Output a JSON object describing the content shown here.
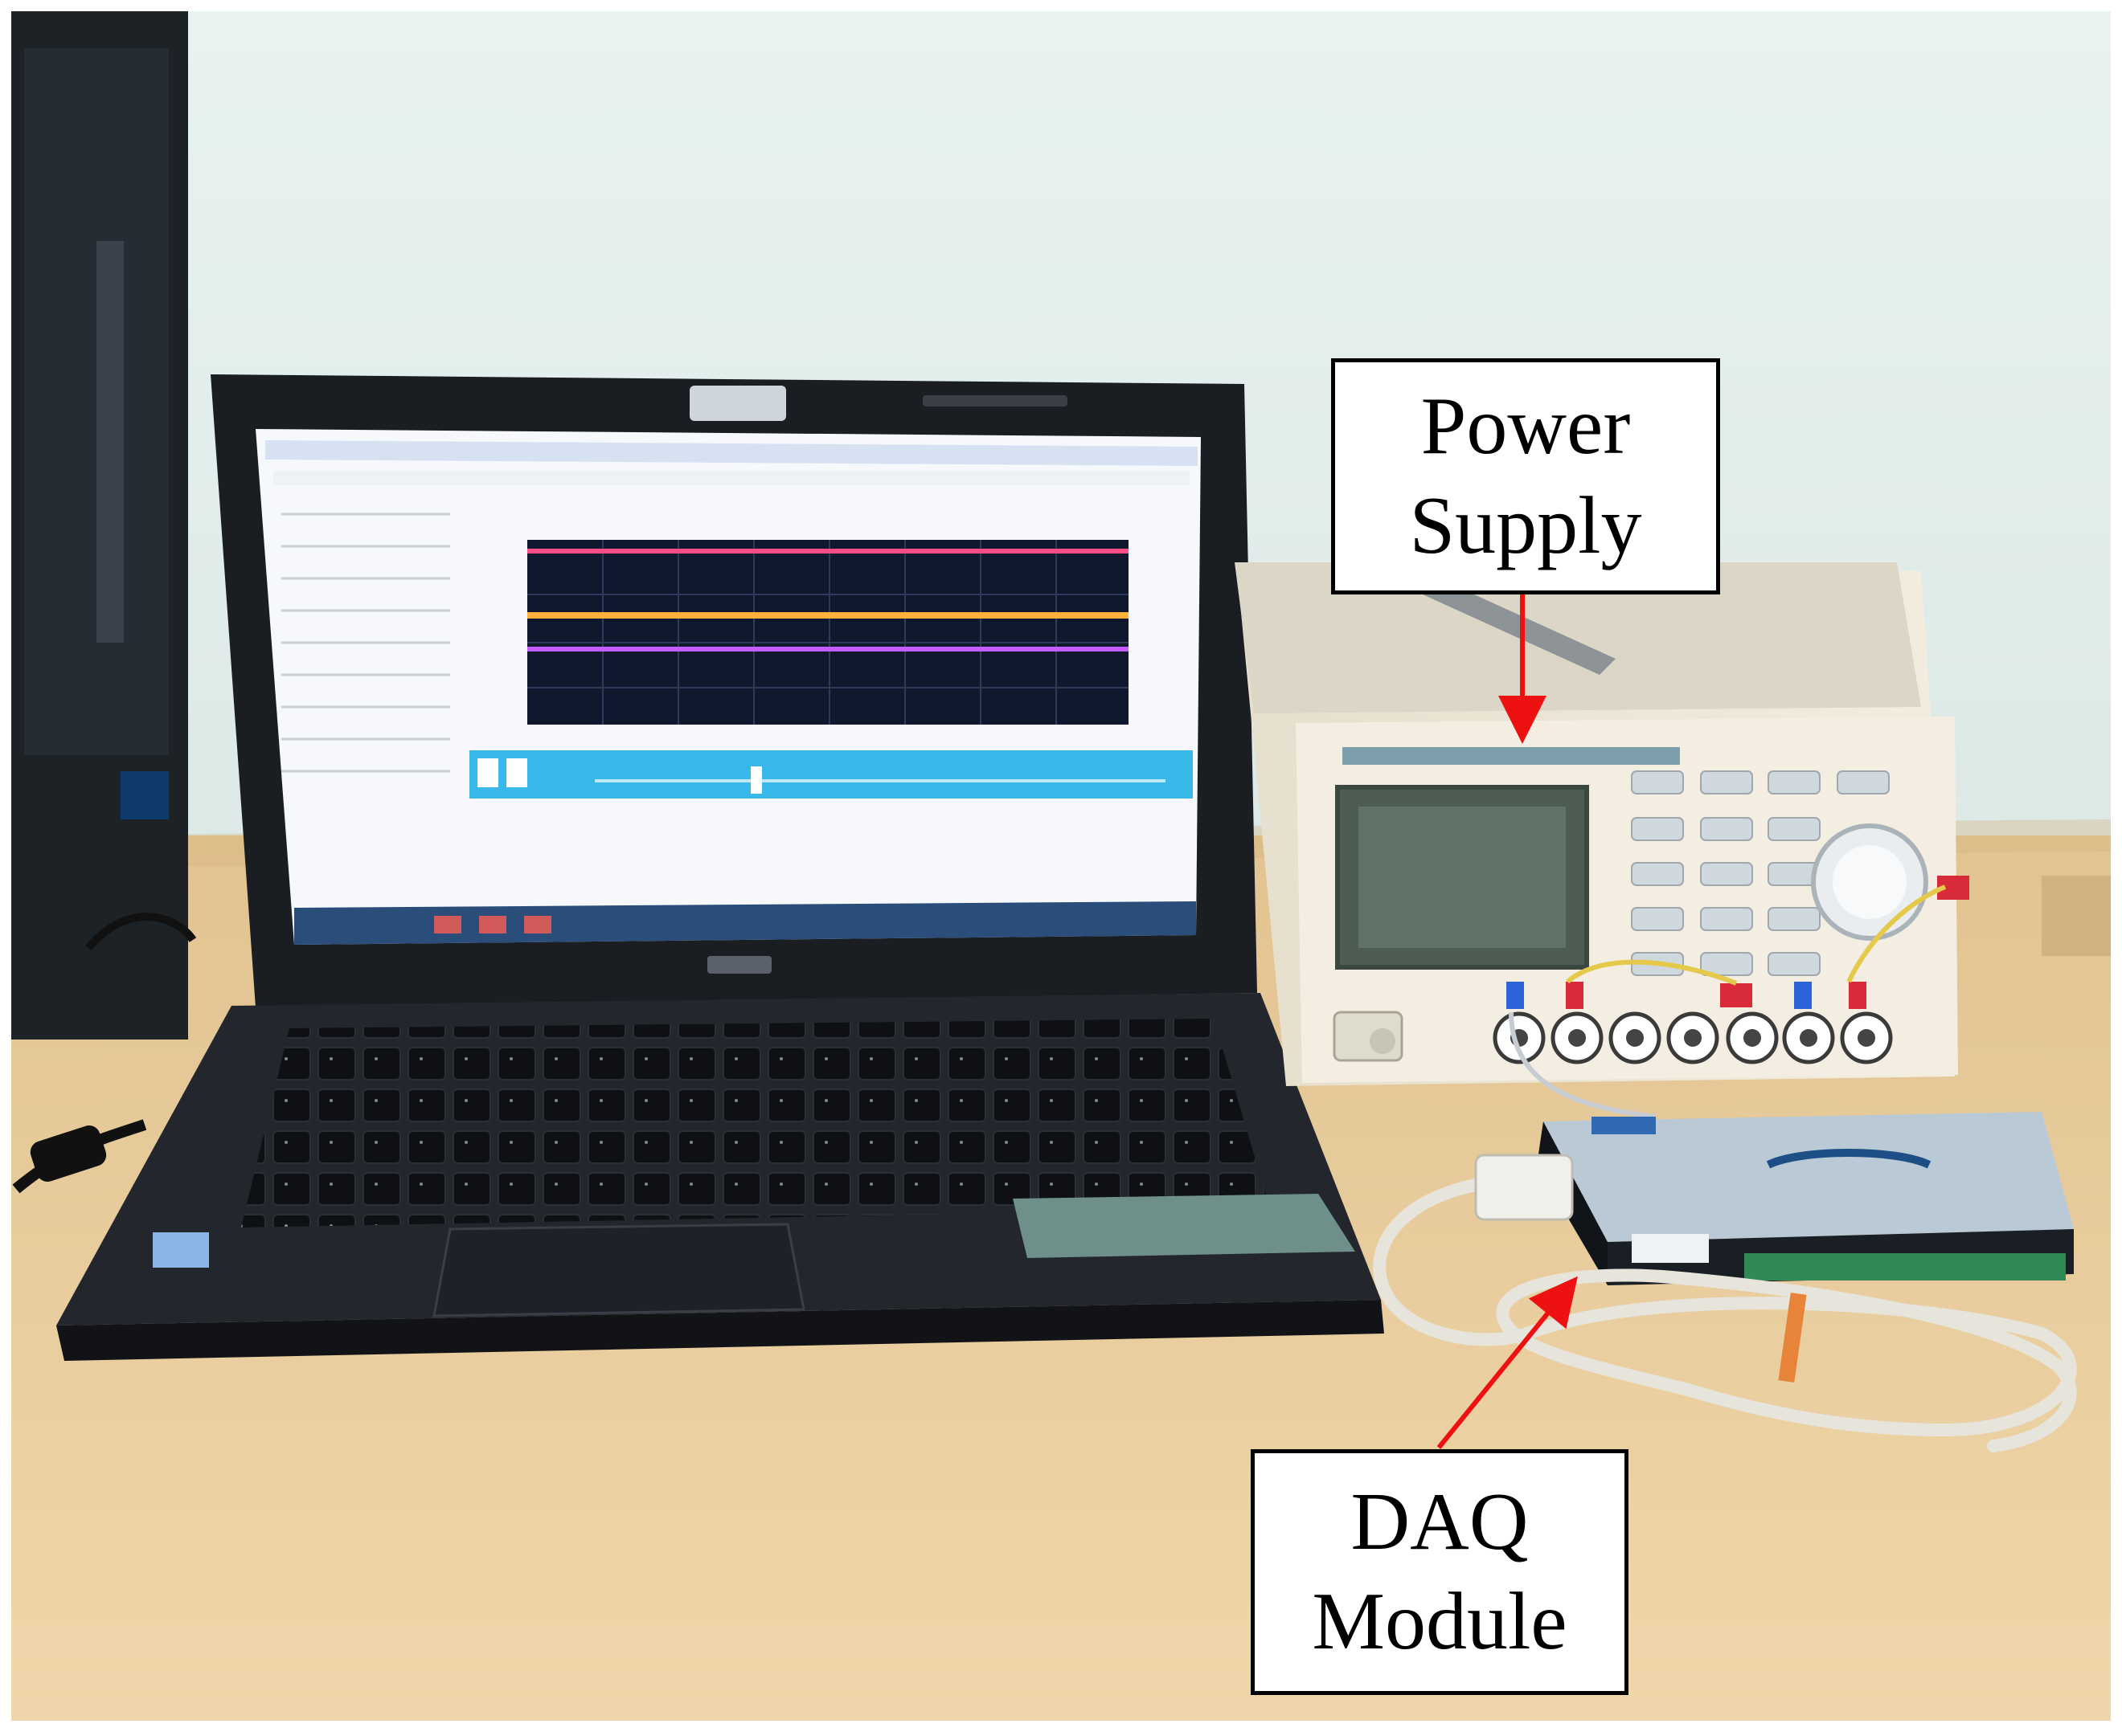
{
  "annotations": {
    "power_supply": {
      "line1": "Power",
      "line2": "Supply"
    },
    "daq_module": {
      "line1": "DAQ",
      "line2": "Module"
    }
  },
  "colors": {
    "wall": "#e6f0ee",
    "desk": "#e8cb9a",
    "laptop_body": "#1a1d22",
    "screen_white": "#f6f8fb",
    "plot_background": "#10182e",
    "trace_pink": "#ff4f86",
    "trace_orange": "#ffb13c",
    "trace_purple": "#c45cff",
    "toolbar_cyan": "#37b8e8",
    "power_supply_body": "#efe8d8",
    "power_supply_lcd": "#586b5b",
    "daq_body": "#1a1f25",
    "daq_top_panel": "#b9c9d6",
    "daq_terminal_green": "#2f8a55",
    "arrow_red": "#ee1111",
    "cable_white": "#e7e4dc"
  }
}
